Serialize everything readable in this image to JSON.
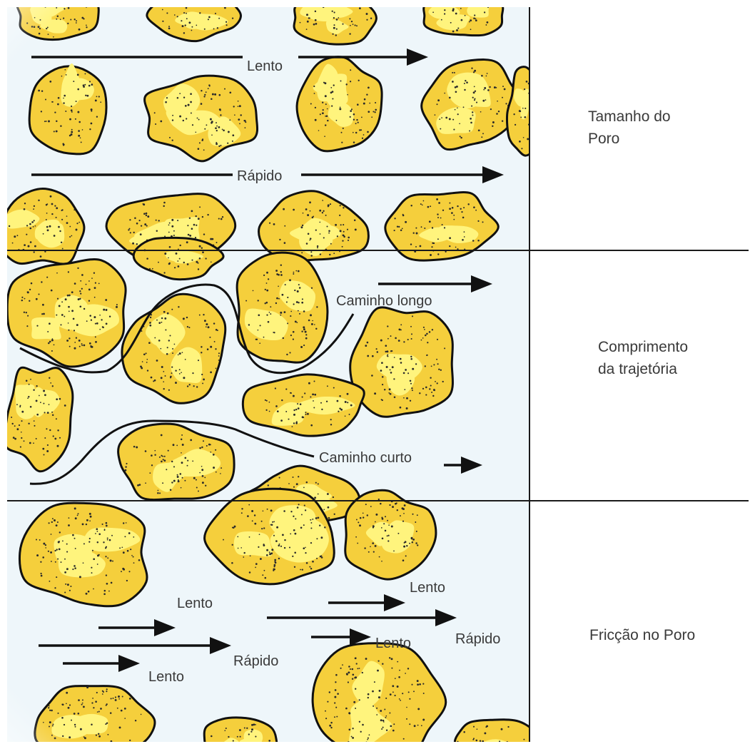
{
  "panels": [
    {
      "id": "pore-size",
      "side_label_lines": [
        "Tamanho do",
        "Poro"
      ],
      "flow_labels": {
        "slow": "Lento",
        "fast": "Rápido"
      }
    },
    {
      "id": "path-length",
      "side_label_lines": [
        "Comprimento",
        "da trajetória"
      ],
      "flow_labels": {
        "long_path": "Caminho longo",
        "short_path": "Caminho curto"
      }
    },
    {
      "id": "pore-friction",
      "side_label_lines": [
        "Fricção no Poro"
      ],
      "flow_labels": {
        "slow_top_left": "Lento",
        "fast_left": "Rápido",
        "slow_bottom_left": "Lento",
        "slow_top_right": "Lento",
        "slow_mid_right": "Lento",
        "fast_right": "Rápido"
      }
    }
  ],
  "colors": {
    "grain_base": "#f5cf3c",
    "grain_light": "#fff47d",
    "grain_outline": "#111111",
    "pore_water": "#eef6fa",
    "divider": "#1a1a1a",
    "arrow": "#111111"
  }
}
